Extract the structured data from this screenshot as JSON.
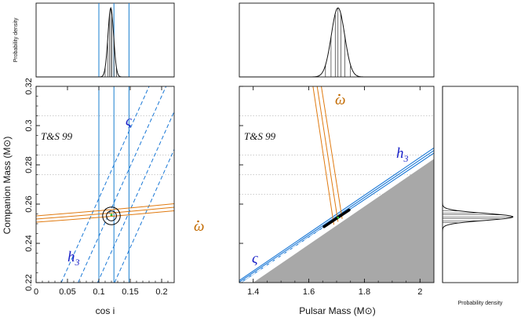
{
  "chart_data": {
    "type": "corner",
    "colors": {
      "cosi_line": "#1a7fd0",
      "h3": "#1a78d6",
      "omegadot": "#e07a10",
      "excluded_region": "#a8a8a8",
      "contour": "#000000",
      "label_blue": "#1a22c8",
      "label_orange": "#c26a00"
    },
    "panels": [
      {
        "id": "top-left-marginal",
        "ylabel": "Probability density",
        "x_range": [
          0,
          0.22
        ],
        "peak": 0.119,
        "sigma": 0.0045,
        "percentile_lines": [
          0.11,
          0.114,
          0.117,
          0.119,
          0.121,
          0.124,
          0.128
        ],
        "cosi_vertical_lines": [
          0.1,
          0.124,
          0.148
        ]
      },
      {
        "id": "top-middle-marginal",
        "x_range": [
          1.35,
          2.05
        ],
        "peak": 1.705,
        "sigma": 0.024,
        "percentile_lines": [
          1.66,
          1.68,
          1.695,
          1.705,
          1.715,
          1.73,
          1.75
        ]
      },
      {
        "id": "cosi-vs-mc",
        "xlabel": "cos i",
        "ylabel": "Companion Mass (M⊙)",
        "x_range": [
          0,
          0.22
        ],
        "y_range": [
          0.22,
          0.32
        ],
        "xticks": [
          "0",
          "0.05",
          "0.1",
          "0.15",
          "0.2"
        ],
        "yticks": [
          "0.22",
          "0.24",
          "0.26",
          "0.28",
          "0.3",
          "0.32"
        ],
        "grid": "dotted horizontal",
        "label": "T&S 99",
        "cosi_lines": [
          0.1,
          0.124,
          0.148
        ],
        "h3_dashed_lines": [
          [
            [
              0.04,
              0.22
            ],
            [
              0.18,
              0.32
            ]
          ],
          [
            [
              0.067,
              0.22
            ],
            [
              0.207,
              0.32
            ]
          ],
          [
            [
              0.098,
              0.22
            ],
            [
              0.238,
              0.32
            ]
          ],
          [
            [
              0.125,
              0.22
            ],
            [
              0.265,
              0.32
            ]
          ]
        ],
        "omegadot_curves": [
          [
            [
              0.0,
              0.2508
            ],
            [
              0.22,
              0.2566
            ]
          ],
          [
            [
              0.0,
              0.2524
            ],
            [
              0.22,
              0.2584
            ]
          ],
          [
            [
              0.0,
              0.254
            ],
            [
              0.22,
              0.2602
            ]
          ]
        ],
        "contours": [
          {
            "center": [
              0.12,
              0.254
            ],
            "rx": 0.008,
            "ry": 0.0025
          },
          {
            "center": [
              0.12,
              0.254
            ],
            "rx": 0.014,
            "ry": 0.0045
          }
        ],
        "annotations": {
          "s_label": "ς",
          "h3_label": "h",
          "h3_sub": "3",
          "omegadot_label": "ω"
        }
      },
      {
        "id": "mp-vs-mc",
        "xlabel": "Pulsar Mass (M⊙)",
        "x_range": [
          1.35,
          2.05
        ],
        "y_range": [
          0.22,
          0.32
        ],
        "xticks": [
          "1.4",
          "1.6",
          "1.8",
          "2"
        ],
        "grid": "dotted horizontal",
        "label": "T&S 99",
        "excluded_region_boundary": [
          [
            1.4,
            0.22
          ],
          [
            2.05,
            0.283
          ]
        ],
        "h3_band_lines": [
          [
            [
              1.35,
              0.2195
            ],
            [
              2.05,
              0.286
            ]
          ],
          [
            [
              1.35,
              0.2203
            ],
            [
              2.05,
              0.2873
            ]
          ],
          [
            [
              1.35,
              0.2211
            ],
            [
              2.05,
              0.2886
            ]
          ]
        ],
        "s_dashed_line": [
          [
            1.35,
            0.2197
          ],
          [
            2.05,
            0.285
          ]
        ],
        "omegadot_lines": [
          [
            [
              1.615,
              0.32
            ],
            [
              1.69,
              0.2495
            ]
          ],
          [
            [
              1.63,
              0.32
            ],
            [
              1.705,
              0.251
            ]
          ],
          [
            [
              1.645,
              0.32
            ],
            [
              1.72,
              0.2525
            ]
          ]
        ],
        "best_fit_segment": [
          [
            1.655,
            0.2485
          ],
          [
            1.745,
            0.257
          ]
        ],
        "annotations": {
          "s_label": "ς",
          "h3_label": "h",
          "h3_sub": "3",
          "omegadot_label": "ω"
        }
      },
      {
        "id": "right-marginal",
        "xlabel": "Probability density",
        "y_range": [
          0.22,
          0.32
        ],
        "peak": 0.2535,
        "sigma": 0.0018,
        "percentile_lines": [
          0.2505,
          0.2515,
          0.2525,
          0.2535,
          0.2545,
          0.2555,
          0.2565
        ]
      }
    ]
  }
}
